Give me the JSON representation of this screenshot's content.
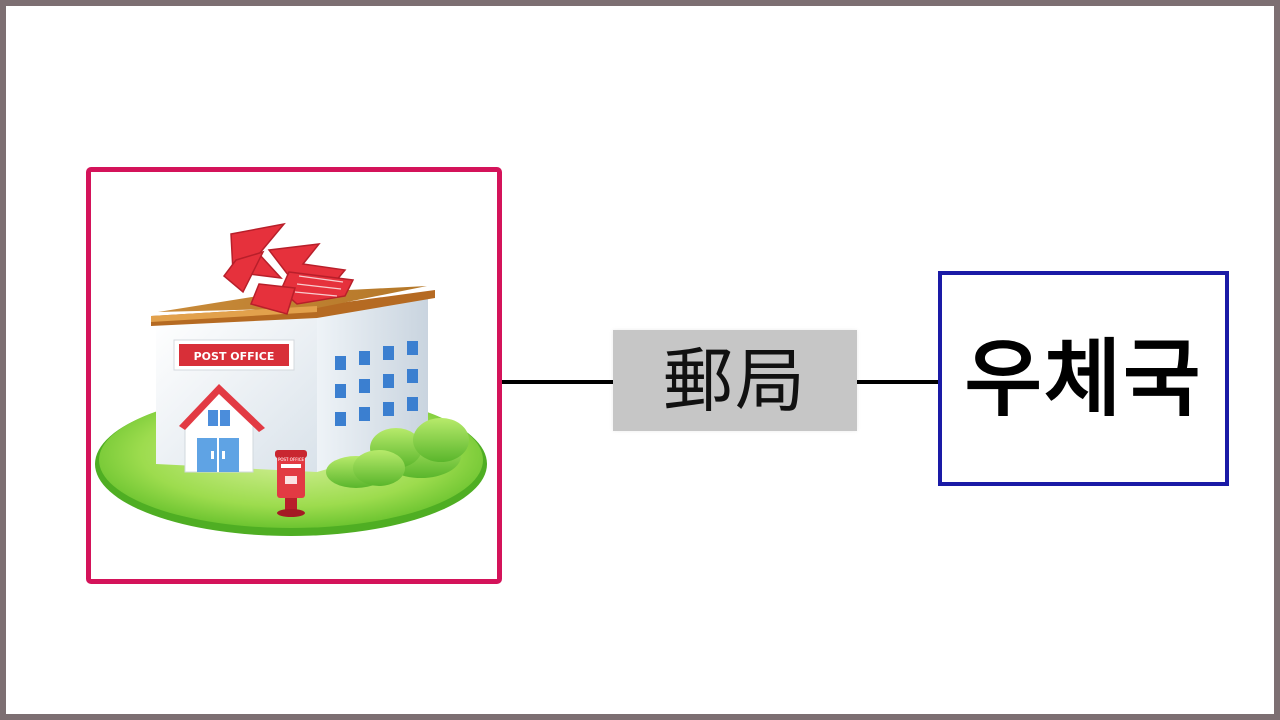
{
  "image": {
    "name": "post-office-illustration",
    "signs": {
      "building_sign": "POST OFFICE",
      "mailbox_sign": "POST OFFICE"
    }
  },
  "middle_term": "郵局",
  "right_term": "우체국",
  "colors": {
    "outer_border": "#7d6f72",
    "image_border": "#d4135a",
    "hangul_border": "#1a1aa6",
    "hanja_background": "#c6c6c6",
    "connector": "#000000",
    "post_red": "#e6313c"
  }
}
